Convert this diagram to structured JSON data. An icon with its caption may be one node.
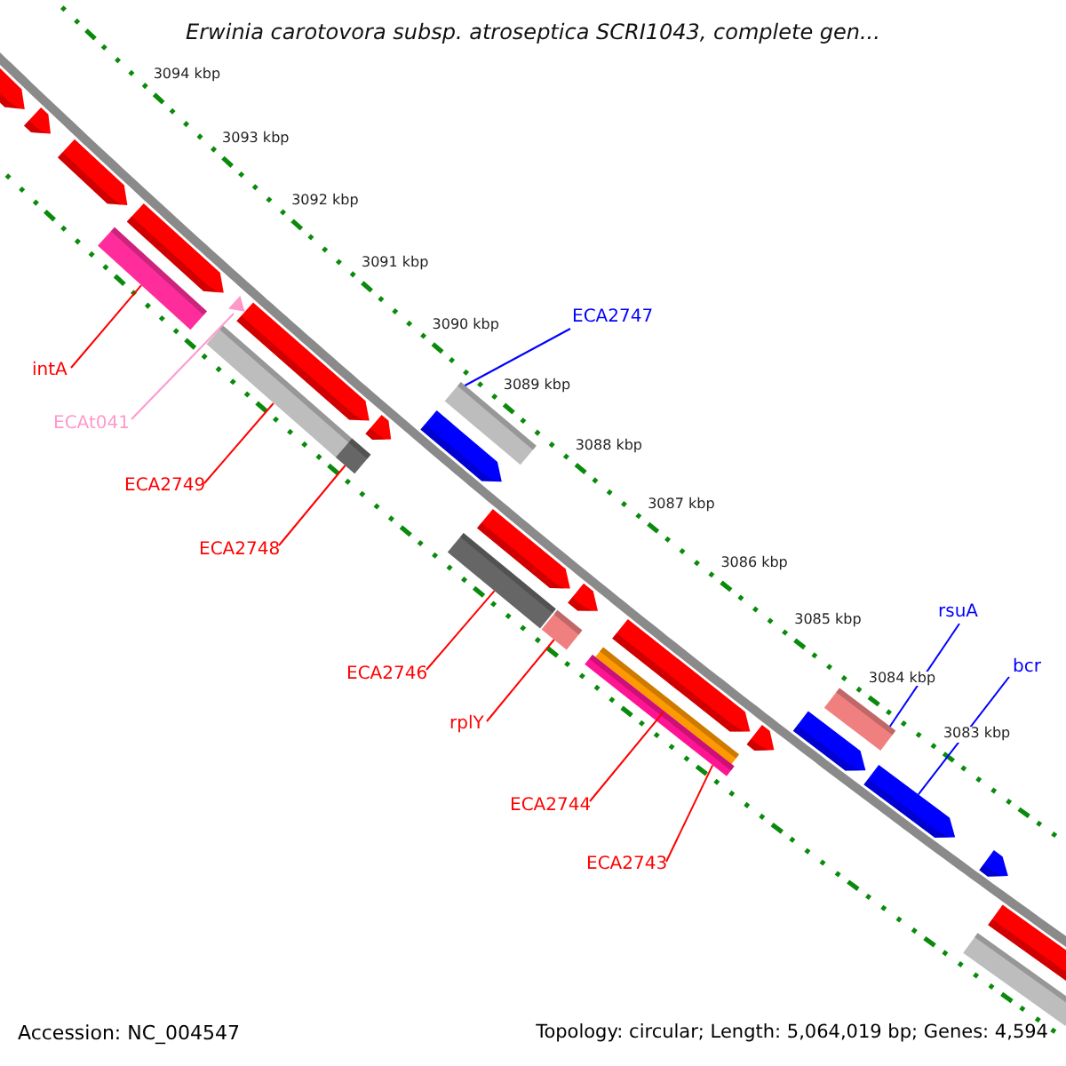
{
  "diagram": {
    "title": "Erwinia carotovora subsp. atroseptica SCRI1043, complete gen...",
    "nodes": [
      {
        "text": [
          "ECA2747"
        ]
      },
      {
        "text": [
          "intA"
        ]
      },
      {
        "text": [
          "ECAt041"
        ]
      },
      {
        "text": [
          "ECA2749"
        ]
      },
      {
        "text": [
          "ECA2748"
        ]
      },
      {
        "text": [
          "rsuA"
        ]
      },
      {
        "text": [
          "bcr"
        ]
      },
      {
        "text": [
          "ECA2746"
        ]
      },
      {
        "text": [
          "rplY"
        ]
      },
      {
        "text": [
          "ECA2744"
        ]
      },
      {
        "text": [
          "ECA2743"
        ]
      },
      {
        "text": [],
        "shape": "bar"
      },
      {
        "text": [],
        "shape": "bar"
      },
      {
        "text": [],
        "shape": "bar"
      },
      {
        "text": [],
        "shape": "bar"
      },
      {
        "text": [],
        "shape": "bar"
      },
      {
        "text": [],
        "shape": "bar"
      },
      {
        "text": [],
        "shape": "bar"
      },
      {
        "text": [],
        "shape": "bar"
      },
      {
        "text": [],
        "shape": "bar"
      },
      {
        "text": [],
        "shape": "bar"
      },
      {
        "text": [],
        "shape": "bar"
      },
      {
        "text": [],
        "shape": "bar"
      },
      {
        "text": [],
        "shape": "bar"
      },
      {
        "text": [],
        "shape": "bar"
      },
      {
        "text": [],
        "shape": "bar"
      },
      {
        "text": [],
        "shape": "bar"
      },
      {
        "text": [],
        "shape": "bar"
      },
      {
        "text": [],
        "shape": "bar"
      },
      {
        "text": [],
        "shape": "bar"
      },
      {
        "text": [],
        "shape": "bar"
      },
      {
        "text": [],
        "shape": "bar"
      },
      {
        "text": [],
        "shape": "bar"
      },
      {
        "text": [],
        "shape": "bar"
      },
      {
        "text": [],
        "shape": "bar"
      },
      {
        "text": [],
        "shape": "bar"
      },
      {
        "text": [],
        "shape": "bar"
      }
    ],
    "edges": [
      {
        "from": 0,
        "to": 22,
        "arrow": "none",
        "color": "#0000ff"
      },
      {
        "from": 1,
        "to": 14,
        "arrow": "none"
      },
      {
        "from": 2,
        "to": 16,
        "arrow": "none",
        "color": "#ff99cc"
      },
      {
        "from": 3,
        "to": 17,
        "arrow": "none"
      },
      {
        "from": 4,
        "to": 19,
        "arrow": "none"
      },
      {
        "from": 5,
        "to": 32,
        "arrow": "none",
        "color": "#0000ff"
      },
      {
        "from": 6,
        "to": 33,
        "arrow": "none",
        "color": "#0000ff"
      },
      {
        "from": 7,
        "to": 24,
        "arrow": "none"
      },
      {
        "from": 8,
        "to": 26,
        "arrow": "none"
      },
      {
        "from": 9,
        "to": 28,
        "arrow": "none"
      },
      {
        "from": 10,
        "to": 29,
        "arrow": "none"
      }
    ],
    "labels": [
      "3094 kbp",
      "3093 kbp",
      "3092 kbp",
      "3091 kbp",
      "3090 kbp",
      "3089 kbp",
      "3088 kbp",
      "3087 kbp",
      "3086 kbp",
      "3085 kbp",
      "3084 kbp",
      "3083 kbp",
      "Accession: NC_004547",
      "Topology: circular; Length: 5,064,019 bp; Genes: 4,594"
    ]
  }
}
